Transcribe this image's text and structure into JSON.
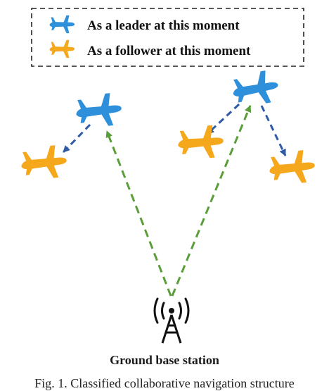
{
  "legend": {
    "leader_label": "As a leader at this moment",
    "follower_label": "As a follower at this moment"
  },
  "station_label": "Ground base station",
  "caption": "Fig. 1.   Classified collaborative navigation structure",
  "colors": {
    "leader": "#2e8fdb",
    "follower": "#f5a81c",
    "uplink_arrow": "#5a9e3a",
    "relay_arrow": "#2f5aa6",
    "tower": "#111111"
  },
  "icons": {
    "leader": "airplane-icon",
    "follower": "airplane-icon",
    "station": "radio-tower-icon"
  }
}
